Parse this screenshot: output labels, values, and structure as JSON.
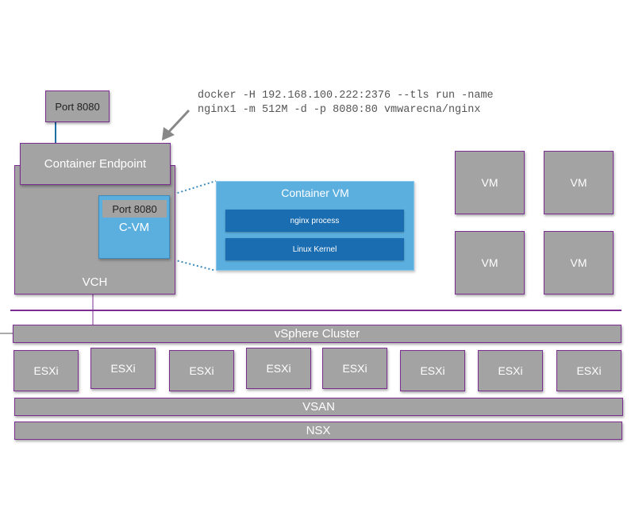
{
  "command": {
    "line1": "docker -H 192.168.100.222:2376 --tls run -name",
    "line2": "nginx1 -m 512M -d -p 8080:80 vmwarecna/nginx"
  },
  "vch": {
    "label": "VCH",
    "port_top": "Port 8080",
    "endpoint": "Container Endpoint",
    "cvm": {
      "port": "Port 8080",
      "label": "C-VM"
    }
  },
  "container_vm": {
    "title": "Container VM",
    "process": "nginx process",
    "kernel": "Linux Kernel"
  },
  "vms": [
    "VM",
    "VM",
    "VM",
    "VM"
  ],
  "cluster": "vSphere Cluster",
  "esxi": [
    "ESXi",
    "ESXi",
    "ESXi",
    "ESXi",
    "ESXi",
    "ESXi",
    "ESXi",
    "ESXi"
  ],
  "vsan": "VSAN",
  "nsx": "NSX",
  "colors": {
    "box_gray": "#a3a3a3",
    "border_purple": "#7b2d91",
    "light_blue": "#5bafdf",
    "dark_blue": "#1a6db0",
    "connector": "#1e6fa8"
  }
}
